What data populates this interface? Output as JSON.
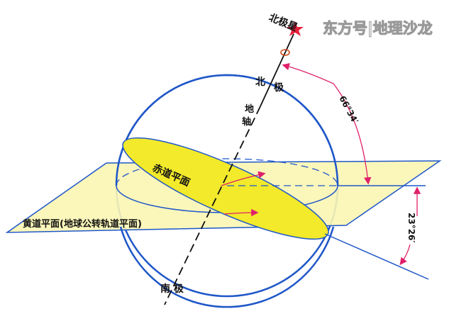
{
  "labels": {
    "polaris": "北极星",
    "north_pole_1": "北",
    "north_pole_2": "极",
    "axis_1": "地",
    "axis_2": "轴",
    "equator_plane": "赤道平面",
    "ecliptic_plane": "黄道平面(地球公转轨道平面)",
    "south_pole": "南 极",
    "angle_axis": "66°34′",
    "angle_tilt": "23°26′"
  },
  "watermark": "东方号|地理沙龙",
  "colors": {
    "sphere": "#1f57c8",
    "plane_fill": "#fbf6b4",
    "equator_fill": "#f2ea2a",
    "arrow": "#e0206a",
    "star": "#e8203a"
  }
}
